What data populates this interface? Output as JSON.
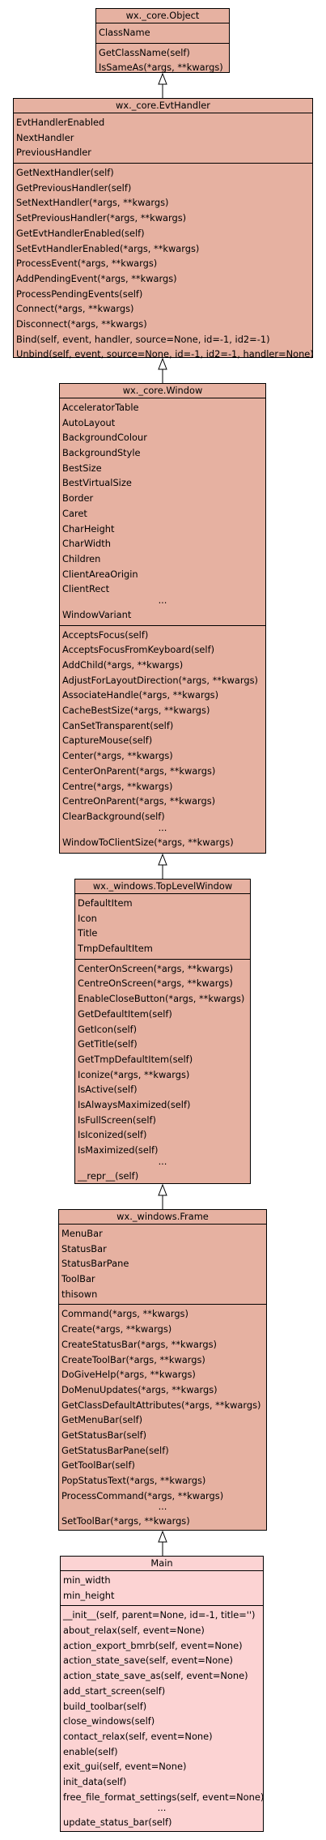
{
  "classes": [
    {
      "id": "object",
      "title": "wx._core.Object",
      "attributes": [
        "ClassName"
      ],
      "methods": [
        "GetClassName(self)",
        "IsSameAs(*args, **kwargs)"
      ]
    },
    {
      "id": "evthandler",
      "title": "wx._core.EvtHandler",
      "attributes": [
        "EvtHandlerEnabled",
        "NextHandler",
        "PreviousHandler"
      ],
      "methods": [
        "GetNextHandler(self)",
        "GetPreviousHandler(self)",
        "SetNextHandler(*args, **kwargs)",
        "SetPreviousHandler(*args, **kwargs)",
        "GetEvtHandlerEnabled(self)",
        "SetEvtHandlerEnabled(*args, **kwargs)",
        "ProcessEvent(*args, **kwargs)",
        "AddPendingEvent(*args, **kwargs)",
        "ProcessPendingEvents(self)",
        "Connect(*args, **kwargs)",
        "Disconnect(*args, **kwargs)",
        "Bind(self, event, handler, source=None, id=-1, id2=-1)",
        "Unbind(self, event, source=None, id=-1, id2=-1, handler=None)"
      ]
    },
    {
      "id": "window",
      "title": "wx._core.Window",
      "attributes": [
        "AcceleratorTable",
        "AutoLayout",
        "BackgroundColour",
        "BackgroundStyle",
        "BestSize",
        "BestVirtualSize",
        "Border",
        "Caret",
        "CharHeight",
        "CharWidth",
        "Children",
        "ClientAreaOrigin",
        "ClientRect",
        "...",
        "WindowVariant"
      ],
      "methods": [
        "AcceptsFocus(self)",
        "AcceptsFocusFromKeyboard(self)",
        "AddChild(*args, **kwargs)",
        "AdjustForLayoutDirection(*args, **kwargs)",
        "AssociateHandle(*args, **kwargs)",
        "CacheBestSize(*args, **kwargs)",
        "CanSetTransparent(self)",
        "CaptureMouse(self)",
        "Center(*args, **kwargs)",
        "CenterOnParent(*args, **kwargs)",
        "Centre(*args, **kwargs)",
        "CentreOnParent(*args, **kwargs)",
        "ClearBackground(self)",
        "...",
        "WindowToClientSize(*args, **kwargs)"
      ]
    },
    {
      "id": "toplevelwindow",
      "title": "wx._windows.TopLevelWindow",
      "attributes": [
        "DefaultItem",
        "Icon",
        "Title",
        "TmpDefaultItem"
      ],
      "methods": [
        "CenterOnScreen(*args, **kwargs)",
        "CentreOnScreen(*args, **kwargs)",
        "EnableCloseButton(*args, **kwargs)",
        "GetDefaultItem(self)",
        "GetIcon(self)",
        "GetTitle(self)",
        "GetTmpDefaultItem(self)",
        "Iconize(*args, **kwargs)",
        "IsActive(self)",
        "IsAlwaysMaximized(self)",
        "IsFullScreen(self)",
        "IsIconized(self)",
        "IsMaximized(self)",
        "...",
        "__repr__(self)"
      ]
    },
    {
      "id": "frame",
      "title": "wx._windows.Frame",
      "attributes": [
        "MenuBar",
        "StatusBar",
        "StatusBarPane",
        "ToolBar",
        "thisown"
      ],
      "methods": [
        "Command(*args, **kwargs)",
        "Create(*args, **kwargs)",
        "CreateStatusBar(*args, **kwargs)",
        "CreateToolBar(*args, **kwargs)",
        "DoGiveHelp(*args, **kwargs)",
        "DoMenuUpdates(*args, **kwargs)",
        "GetClassDefaultAttributes(*args, **kwargs)",
        "GetMenuBar(self)",
        "GetStatusBar(self)",
        "GetStatusBarPane(self)",
        "GetToolBar(self)",
        "PopStatusText(*args, **kwargs)",
        "ProcessCommand(*args, **kwargs)",
        "...",
        "SetToolBar(*args, **kwargs)"
      ]
    },
    {
      "id": "main",
      "title": "Main",
      "attributes": [
        "min_width",
        "min_height"
      ],
      "methods": [
        "__init__(self, parent=None, id=-1, title='')",
        "about_relax(self, event=None)",
        "action_export_bmrb(self, event=None)",
        "action_state_save(self, event=None)",
        "action_state_save_as(self, event=None)",
        "add_start_screen(self)",
        "build_toolbar(self)",
        "close_windows(self)",
        "contact_relax(self, event=None)",
        "enable(self)",
        "exit_gui(self, event=None)",
        "init_data(self)",
        "free_file_format_settings(self, event=None)",
        "...",
        "update_status_bar(self)"
      ]
    }
  ]
}
